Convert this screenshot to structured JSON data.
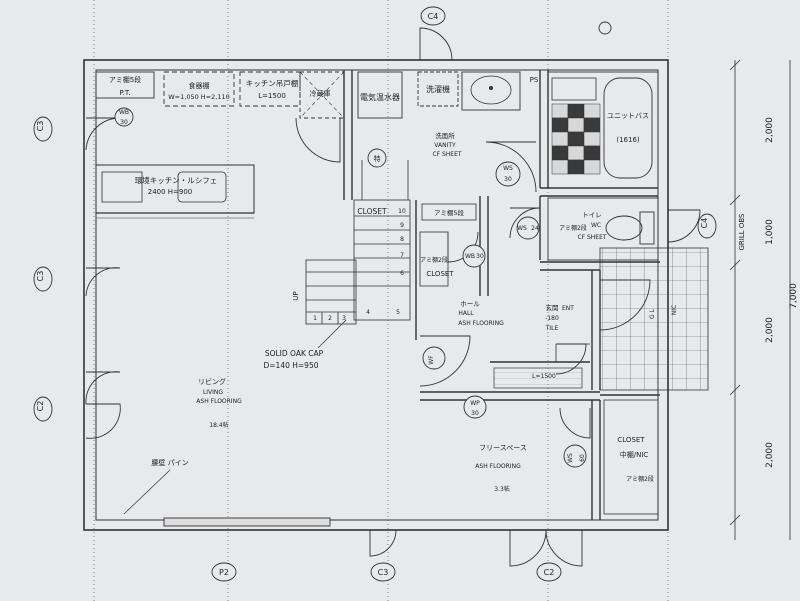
{
  "tags": {
    "c4_top": "C4",
    "c3_left_upper": "C3",
    "c3_left_mid": "C3",
    "c2_left": "C2",
    "c4_right": "C4",
    "p2_bottom": "P2",
    "c3_bottom": "C3",
    "c2_bottom": "C2"
  },
  "dimensions": {
    "d1": "2,000",
    "d2": "1,000",
    "d3": "2,000",
    "d4": "2,000",
    "total": "7,000",
    "grill": "GRILL OBS"
  },
  "labels": {
    "shelf5_top": "アミ棚5段",
    "pt": "P.T.",
    "wb30_top": "WB",
    "wb30_top_w": "30",
    "cupboard": "食器棚",
    "cupboard_size": "W=1,050 H=2,110",
    "kitchen_cabinet": "キッチン吊戸棚",
    "kitchen_cabinet_l": "L=1500",
    "fridge": "冷蔵庫",
    "water_heater": "電気温水器",
    "washer": "洗濯機",
    "ps": "PS",
    "unit_bath": "ユニットバス",
    "unit_bath_size": "(1616)",
    "vanity_jp": "洗面所",
    "vanity_en": "VANITY",
    "vanity_floor": "CF SHEET",
    "toku": "特",
    "ws30": "WS",
    "ws30_w": "30",
    "kitchen_system": "環境キッチン・ルシフェ",
    "kitchen_system_size": "2400 H=900",
    "closet_stair": "CLOSET",
    "stair10": "10",
    "stair9": "9",
    "stair8": "8",
    "stair7": "7",
    "stair6": "6",
    "stair5": "5",
    "stair4": "4",
    "stair3": "3",
    "stair2": "2",
    "stair1": "1",
    "up": "UP",
    "shelf5_mid": "アミ棚5段",
    "shelf2_mid": "アミ棚2段",
    "closet_mid": "CLOSET",
    "wb30_mid": "WB",
    "wb30_mid_w": "30",
    "ws24": "WS",
    "ws24_w": "24",
    "shelf2_toilet": "アミ棚2段",
    "toilet_jp": "トイレ",
    "toilet_wc": "WC",
    "toilet_floor": "CF SHEET",
    "hall_jp": "ホール",
    "hall_en": "HALL",
    "hall_floor": "ASH FLOORING",
    "entry_jp": "玄関",
    "entry_en": "ENT",
    "entry_level": "-180",
    "entry_floor": "TILE",
    "nic": "NIC",
    "gl": "G L",
    "oak_cap": "SOLID OAK CAP",
    "oak_cap_size": "D=140 H=950",
    "living_jp": "リビング",
    "living_en": "LIVING",
    "living_floor": "ASH FLOORING",
    "living_area": "18.4帖",
    "wf_mid": "WF",
    "wf30": "WP",
    "wf30_w": "30",
    "l1500": "L=1500",
    "free_jp": "フリースペース",
    "free_floor": "ASH FLOORING",
    "free_area": "3.3帖",
    "ws60": "WS",
    "ws60_w": "60",
    "closet_right": "CLOSET",
    "closet_right_sub": "中棚/NIC",
    "shelf2_right": "アミ棚2段",
    "wall_pine": "腰壁 パイン"
  }
}
